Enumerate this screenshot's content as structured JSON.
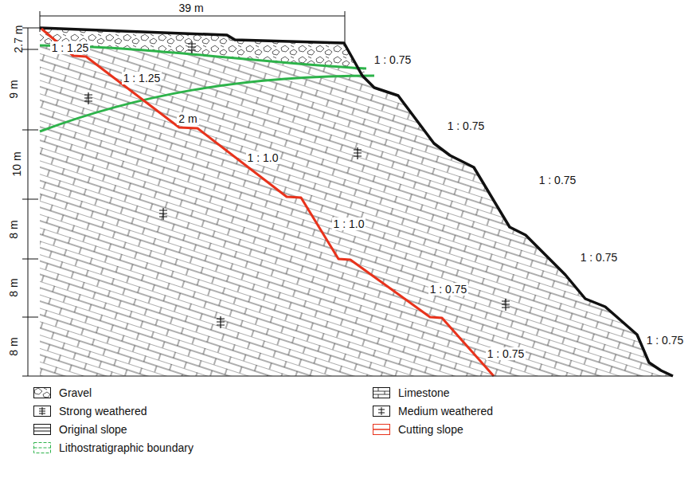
{
  "diagram": {
    "labels": [
      "39 m",
      "2.7 m",
      "9 m",
      "10 m",
      "8 m",
      "8 m",
      "8 m",
      "1 : 1.25",
      "1 : 1.25",
      "2 m",
      "1 : 1.0",
      "1 : 1.0",
      "1 : 0.75",
      "1 : 0.75",
      "1 : 0.75",
      "1 : 0.75",
      "1 : 0.75",
      "1 : 0.75",
      "1 : 0.75"
    ],
    "legend": [
      {
        "text": "Gravel"
      },
      {
        "text": "Limestone"
      },
      {
        "text": "Strong weathered"
      },
      {
        "text": "Medium weathered"
      },
      {
        "text": "Original slope"
      },
      {
        "text": "Cutting slope"
      },
      {
        "text": "Lithostratigraphic boundary"
      }
    ]
  }
}
